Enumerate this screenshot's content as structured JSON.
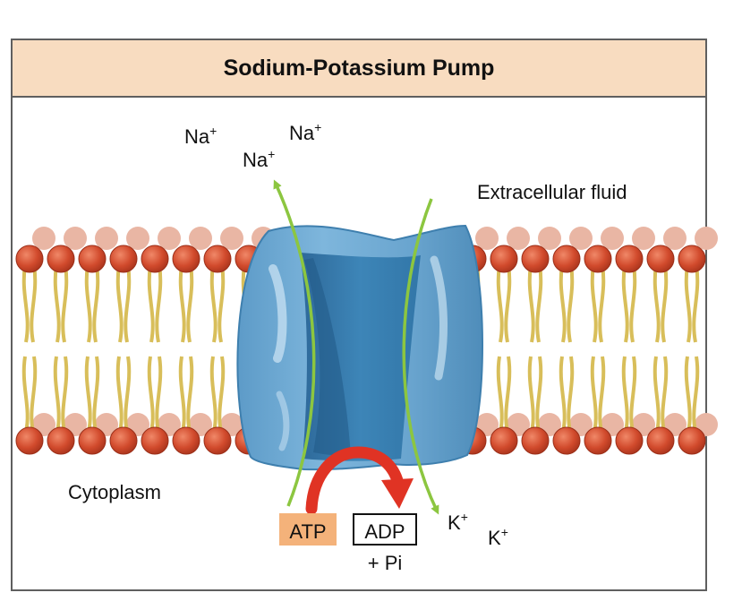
{
  "title": "Sodium-Potassium Pump",
  "labels": {
    "na1": "Na",
    "na2": "Na",
    "na3": "Na",
    "plus": "+",
    "extracellular": "Extracellular fluid",
    "cytoplasm": "Cytoplasm",
    "k1": "K",
    "k2": "K",
    "atp": "ATP",
    "adp": "ADP",
    "pi": "+ Pi"
  },
  "colors": {
    "header_bg": "#f8dcc0",
    "lipid_head": "#d14a2c",
    "lipid_tail": "#d8be5a",
    "protein_outer": "#6aa5cf",
    "protein_inner": "#2f74a6",
    "transport_arrow": "#8cc640",
    "atp_arrow": "#e03324",
    "atp_box": "#f4b27a"
  }
}
